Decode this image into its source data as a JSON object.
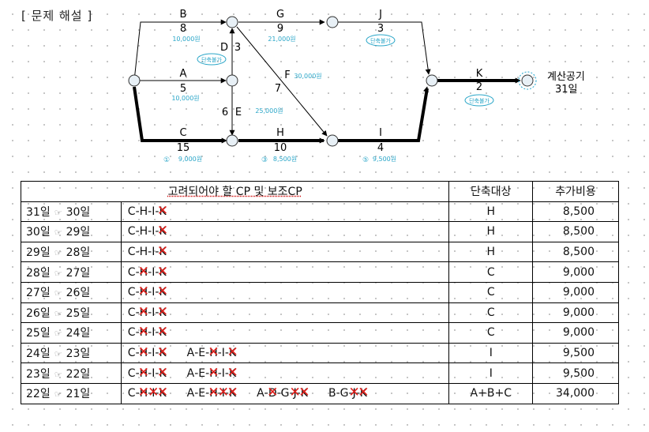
{
  "title": "[ 문제 해설 ]",
  "network": {
    "activities": [
      {
        "name": "B",
        "duration": "8",
        "cost": "10,000원"
      },
      {
        "name": "G",
        "duration": "9",
        "cost": "21,000원"
      },
      {
        "name": "J",
        "duration": "3",
        "cost": "단축불가"
      },
      {
        "name": "D",
        "duration": "3",
        "cost": "단축불가"
      },
      {
        "name": "A",
        "duration": "5",
        "cost": "10,000원"
      },
      {
        "name": "F",
        "duration": "7",
        "cost": "30,000원"
      },
      {
        "name": "E",
        "duration": "6",
        "cost": "25,000원"
      },
      {
        "name": "K",
        "duration": "2",
        "cost": "단축불가"
      },
      {
        "name": "C",
        "duration": "15",
        "cost": "9,000원"
      },
      {
        "name": "H",
        "duration": "10",
        "cost": "8,500원"
      },
      {
        "name": "I",
        "duration": "4",
        "cost": "9,500원"
      }
    ],
    "cost_marks": {
      "C": "①",
      "H": "③",
      "I": "⑤"
    },
    "result_label": "계산공기",
    "result_value": "31일"
  },
  "table": {
    "headers": [
      "고려되어야 할 CP 및 보조CP",
      "단축대상",
      "추가비용"
    ],
    "pointer": "☞",
    "rows": [
      {
        "from": "31일",
        "to": "30일",
        "paths": [
          [
            [
              "C",
              false
            ],
            [
              "H",
              false
            ],
            [
              "I",
              false
            ],
            [
              "K",
              true
            ]
          ]
        ],
        "target": "H",
        "cost": "8,500"
      },
      {
        "from": "30일",
        "to": "29일",
        "paths": [
          [
            [
              "C",
              false
            ],
            [
              "H",
              false
            ],
            [
              "I",
              false
            ],
            [
              "K",
              true
            ]
          ]
        ],
        "target": "H",
        "cost": "8,500"
      },
      {
        "from": "29일",
        "to": "28일",
        "paths": [
          [
            [
              "C",
              false
            ],
            [
              "H",
              false
            ],
            [
              "I",
              false
            ],
            [
              "K",
              true
            ]
          ]
        ],
        "target": "H",
        "cost": "8,500"
      },
      {
        "from": "28일",
        "to": "27일",
        "paths": [
          [
            [
              "C",
              false
            ],
            [
              "H",
              true
            ],
            [
              "I",
              false
            ],
            [
              "K",
              true
            ]
          ]
        ],
        "target": "C",
        "cost": "9,000"
      },
      {
        "from": "27일",
        "to": "26일",
        "paths": [
          [
            [
              "C",
              false
            ],
            [
              "H",
              true
            ],
            [
              "I",
              false
            ],
            [
              "K",
              true
            ]
          ]
        ],
        "target": "C",
        "cost": "9,000"
      },
      {
        "from": "26일",
        "to": "25일",
        "paths": [
          [
            [
              "C",
              false
            ],
            [
              "H",
              true
            ],
            [
              "I",
              false
            ],
            [
              "K",
              true
            ]
          ]
        ],
        "target": "C",
        "cost": "9,000"
      },
      {
        "from": "25일",
        "to": "24일",
        "paths": [
          [
            [
              "C",
              false
            ],
            [
              "H",
              true
            ],
            [
              "I",
              false
            ],
            [
              "K",
              true
            ]
          ]
        ],
        "target": "C",
        "cost": "9,000"
      },
      {
        "from": "24일",
        "to": "23일",
        "paths": [
          [
            [
              "C",
              false
            ],
            [
              "H",
              true
            ],
            [
              "I",
              false
            ],
            [
              "K",
              true
            ]
          ],
          [
            [
              "A",
              false
            ],
            [
              "E",
              false
            ],
            [
              "H",
              true
            ],
            [
              "I",
              false
            ],
            [
              "K",
              true
            ]
          ]
        ],
        "target": "I",
        "cost": "9,500"
      },
      {
        "from": "23일",
        "to": "22일",
        "paths": [
          [
            [
              "C",
              false
            ],
            [
              "H",
              true
            ],
            [
              "I",
              false
            ],
            [
              "K",
              true
            ]
          ],
          [
            [
              "A",
              false
            ],
            [
              "E",
              false
            ],
            [
              "H",
              true
            ],
            [
              "I",
              false
            ],
            [
              "K",
              true
            ]
          ]
        ],
        "target": "I",
        "cost": "9,500"
      },
      {
        "from": "22일",
        "to": "21일",
        "paths": [
          [
            [
              "C",
              false
            ],
            [
              "H",
              true
            ],
            [
              "I",
              true
            ],
            [
              "K",
              true
            ]
          ],
          [
            [
              "A",
              false
            ],
            [
              "E",
              false
            ],
            [
              "H",
              true
            ],
            [
              "I",
              true
            ],
            [
              "K",
              true
            ]
          ],
          [
            [
              "A",
              false
            ],
            [
              "D",
              true
            ],
            [
              "G",
              false
            ],
            [
              "J",
              true
            ],
            [
              "K",
              true
            ]
          ],
          [
            [
              "B",
              false
            ],
            [
              "G",
              false
            ],
            [
              "J",
              true
            ],
            [
              "K",
              true
            ]
          ]
        ],
        "target": "A+B+C",
        "cost": "34,000"
      }
    ]
  }
}
